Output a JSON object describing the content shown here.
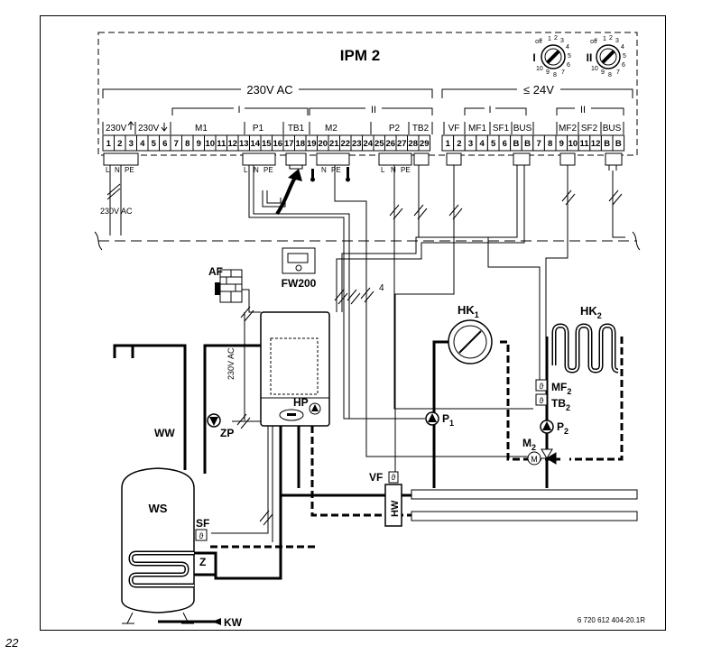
{
  "module": {
    "title": "IPM 2"
  },
  "voltage": {
    "high": "230V AC",
    "low": "≤ 24V",
    "supply": "230V AC",
    "boiler_side": "230V AC"
  },
  "circuit_labels": {
    "one": "I",
    "two": "II"
  },
  "terminals_high": [
    "1",
    "2",
    "3",
    "4",
    "5",
    "6",
    "7",
    "8",
    "9",
    "10",
    "11",
    "12",
    "13",
    "14",
    "15",
    "16",
    "17",
    "18",
    "19",
    "20",
    "21",
    "22",
    "23",
    "24",
    "25",
    "26",
    "27",
    "28",
    "29"
  ],
  "terminals_low": [
    "1",
    "2",
    "3",
    "4",
    "5",
    "6",
    "B",
    "B",
    "7",
    "8",
    "9",
    "10",
    "11",
    "12",
    "B",
    "B"
  ],
  "groups_high": {
    "in230": "230V",
    "out230": "230V",
    "m1": "M1",
    "p1": "P1",
    "tb1": "TB1",
    "m2": "M2",
    "p2": "P2",
    "tb2": "TB2"
  },
  "groups_low": {
    "vf": "VF",
    "mf1": "MF1",
    "sf1": "SF1",
    "bus1": "BUS",
    "mf2": "MF2",
    "sf2": "SF2",
    "bus2": "BUS"
  },
  "conn_labels": {
    "l": "L",
    "n": "N",
    "pe": "PE"
  },
  "switch_one": {
    "label": "I",
    "off": "off",
    "ticks": [
      "1",
      "2",
      "3",
      "4",
      "5",
      "6",
      "7",
      "8",
      "9",
      "10"
    ]
  },
  "switch_two": {
    "label": "II",
    "off": "off",
    "ticks": [
      "1",
      "2",
      "3",
      "4",
      "5",
      "6",
      "7",
      "8",
      "9",
      "10"
    ]
  },
  "cable_cores": "4",
  "components": {
    "af": "AF",
    "fw200": "FW200",
    "hk1_main": "HK",
    "hk1_sub": "1",
    "hk2_main": "HK",
    "hk2_sub": "2",
    "mf2_main": "MF",
    "mf2_sub": "2",
    "tb2_main": "TB",
    "tb2_sub": "2",
    "p1_main": "P",
    "p1_sub": "1",
    "p2_main": "P",
    "p2_sub": "2",
    "m2_main": "M",
    "m2_sub": "2",
    "hp": "HP",
    "ww": "WW",
    "zp": "ZP",
    "ws": "WS",
    "sf": "SF",
    "z": "Z",
    "kw": "KW",
    "vf": "VF",
    "hw": "HW",
    "motor": "M",
    "sensor": "ϑ"
  },
  "reference": "6 720 612 404-20.1R",
  "figure_number": "22"
}
